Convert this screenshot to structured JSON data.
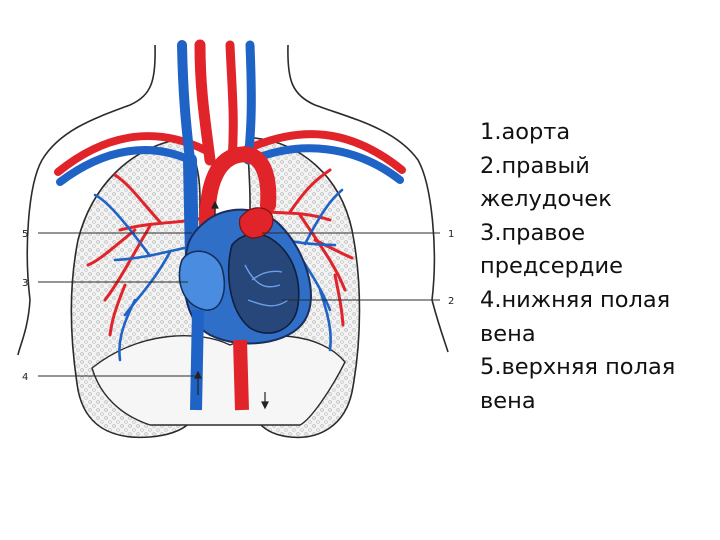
{
  "diagram": {
    "callouts": [
      "1",
      "2",
      "3",
      "4",
      "5"
    ],
    "colors": {
      "artery": "#e0242a",
      "vein": "#1f63c6",
      "outline": "#2b2b2b",
      "tissue": "#e9e9e9"
    }
  },
  "legend": {
    "lines": [
      "1.аорта",
      "2.правый",
      "желудочек",
      "3.правое",
      "предсердие",
      "4.нижняя полая",
      "вена",
      "5.верхняя полая",
      "вена"
    ]
  }
}
